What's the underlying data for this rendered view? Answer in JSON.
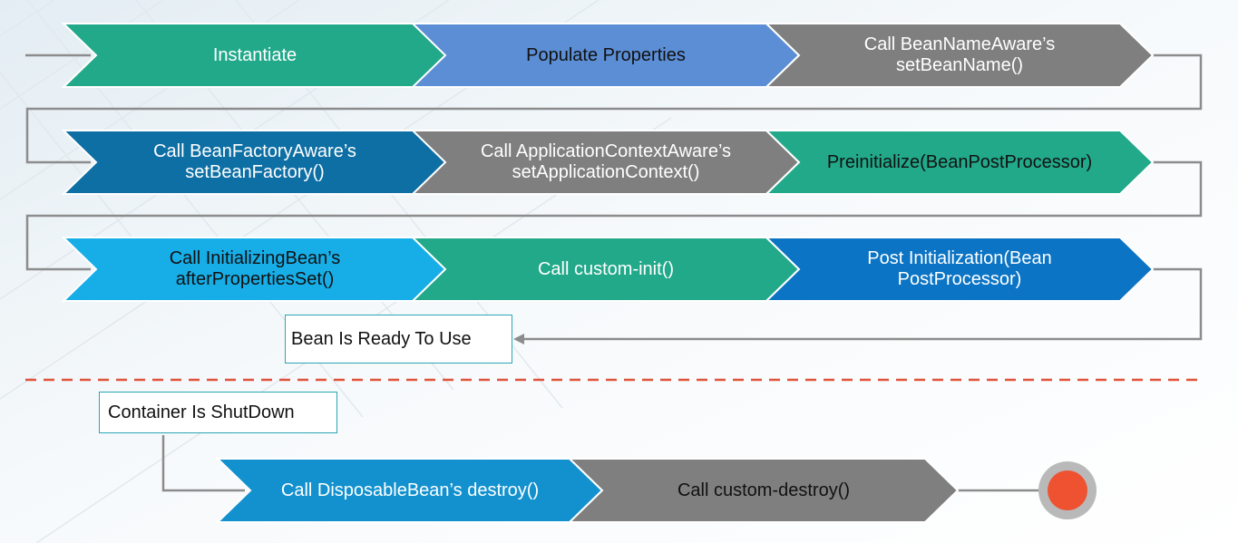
{
  "colors": {
    "teal": "#22a98a",
    "blue": "#5b8ed4",
    "gray": "#7f7f7f",
    "navy": "#0e6fa4",
    "sky": "#17aee8",
    "deepblue": "#0b74c4",
    "dblue": "#1391cf",
    "connector": "#8c8c8c",
    "divider": "#e0533c",
    "end_fill": "#ee5230",
    "end_ring": "#b9b9b9"
  },
  "steps": {
    "instantiate": "Instantiate",
    "populate": "Populate Properties",
    "bean_name_aware": "Call BeanNameAware’s\nsetBeanName()",
    "bean_factory_aware": "Call BeanFactoryAware’s\nsetBeanFactory()",
    "app_context_aware": "Call ApplicationContextAware’s\nsetApplicationContext()",
    "preinitialize": "Preinitialize(BeanPostProcessor)",
    "initializing_bean": "Call InitializingBean’s\nafterPropertiesSet()",
    "custom_init": "Call custom-init()",
    "post_init": "Post Initialization(Bean\nPostProcessor)",
    "disposable_bean": "Call DisposableBean’s destroy()",
    "custom_destroy": "Call custom-destroy()"
  },
  "notes": {
    "ready": "Bean Is Ready To Use",
    "shutdown": "Container Is ShutDown"
  },
  "end_marker": "end-circle"
}
